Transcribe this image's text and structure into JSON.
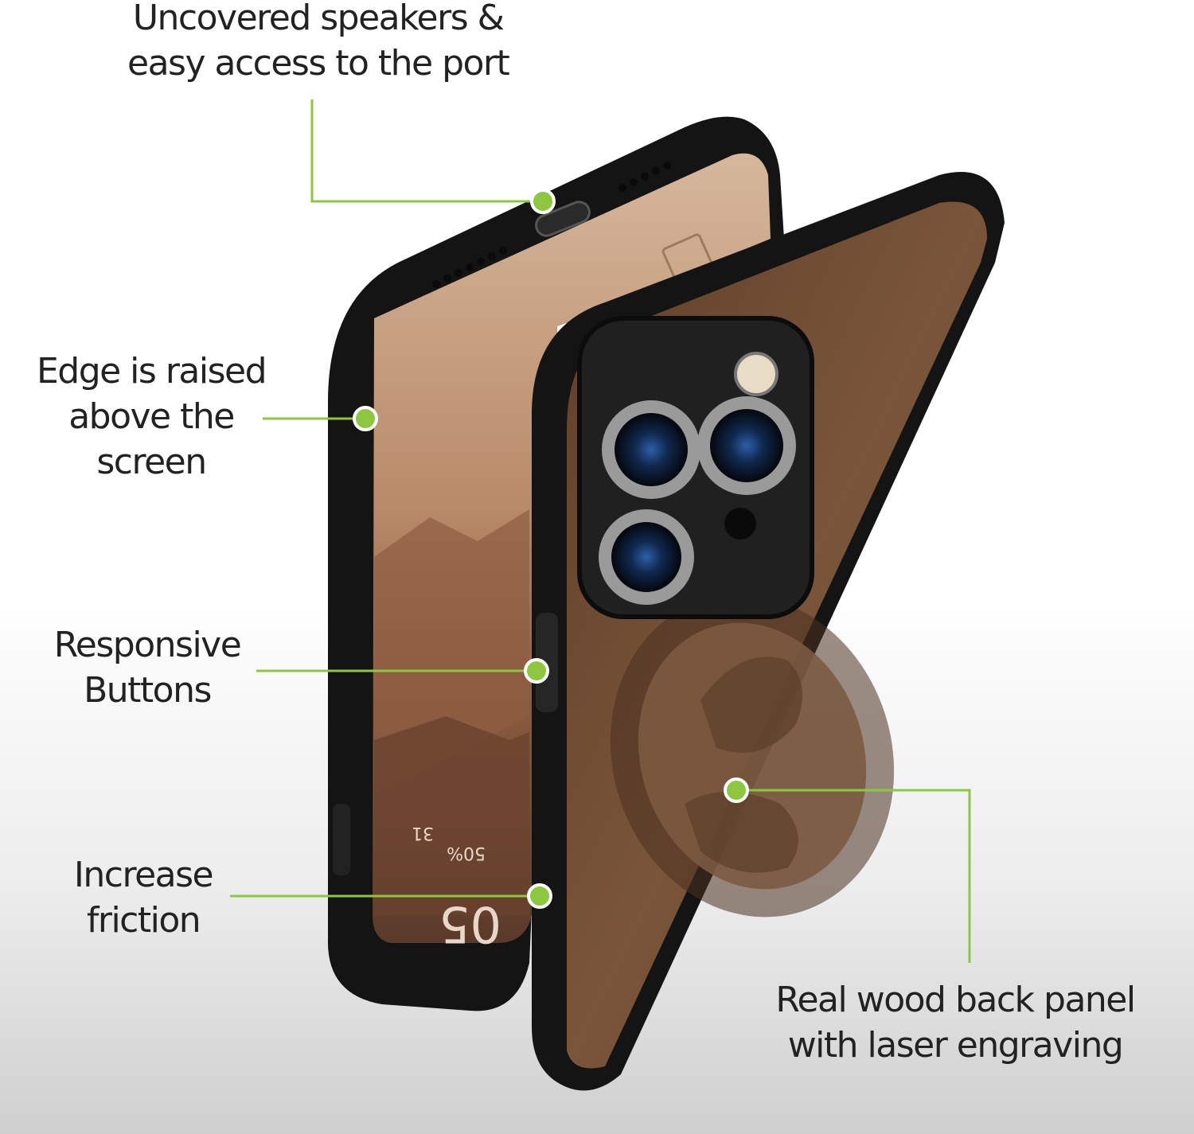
{
  "colors": {
    "accent": "#8dc63f",
    "case_black": "#151515",
    "wood": "#6b4a33",
    "text": "#222222"
  },
  "callouts": {
    "speakers": {
      "line1": "Uncovered speakers &",
      "line2": "easy access to the port"
    },
    "edge": {
      "line1": "Edge is raised",
      "line2": "above the",
      "line3": "screen"
    },
    "buttons": {
      "line1": "Responsive",
      "line2": "Buttons"
    },
    "friction": {
      "line1": "Increase",
      "line2": "friction"
    },
    "wood": {
      "line1": "Real wood back panel",
      "line2": "with laser engraving"
    }
  },
  "phone_screen": {
    "time": "05",
    "battery": "50%",
    "date": "31"
  }
}
